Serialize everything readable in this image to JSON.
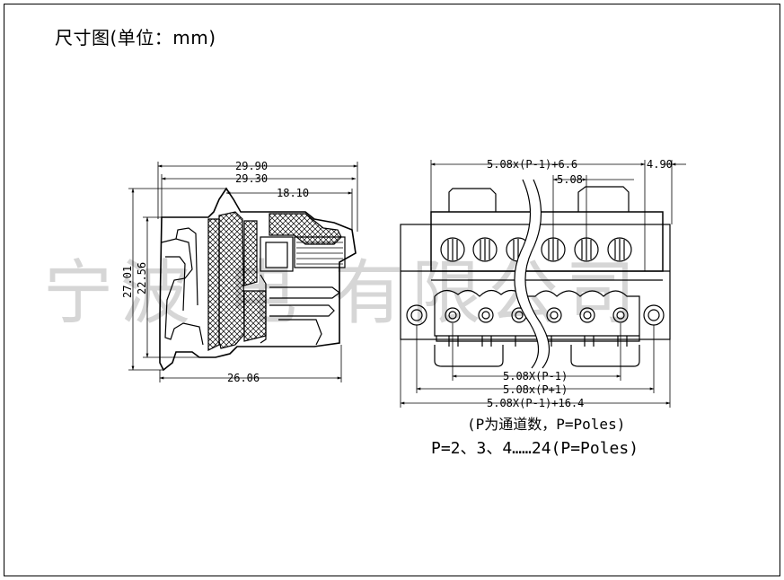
{
  "title": "尺寸图(单位：mm)",
  "watermark": "宁波 电 有限公司",
  "side_view": {
    "dim_overall_width": "29.90",
    "dim_width_2": "29.30",
    "dim_width_3": "18.10",
    "dim_height": "27.01",
    "dim_height_2": "22.56",
    "dim_bottom_width": "26.06"
  },
  "front_view": {
    "dim_top_span": "5.08x(P-1)+6.6",
    "dim_top_right": "4.90",
    "dim_pitch": "5.08",
    "dim_bottom_1": "5.08X(P-1)",
    "dim_bottom_2": "5.08x(P+1)",
    "dim_bottom_3": "5.08X(P-1)+16.4"
  },
  "note_line_1": "(P为通道数，P=Poles)",
  "note_line_2": "P=2、3、4……24(P=Poles)"
}
